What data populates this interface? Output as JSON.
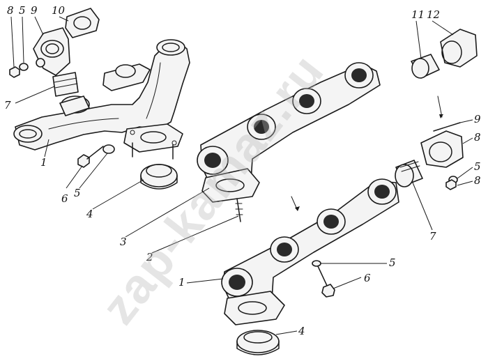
{
  "watermark": "zap-kamaz.ru",
  "callouts": {
    "c8a": "8",
    "c5a": "5",
    "c9a": "9",
    "c10": "10",
    "c7a": "7",
    "c1a": "1",
    "c6a": "6",
    "c5b": "5",
    "c4a": "4",
    "c3": "3",
    "c2": "2",
    "c11": "11",
    "c12": "12",
    "c9b": "9",
    "c8b": "8",
    "c5c": "5",
    "c8c": "8",
    "c7b": "7",
    "c5d": "5",
    "c6b": "6",
    "c1b": "1",
    "c4b": "4"
  }
}
